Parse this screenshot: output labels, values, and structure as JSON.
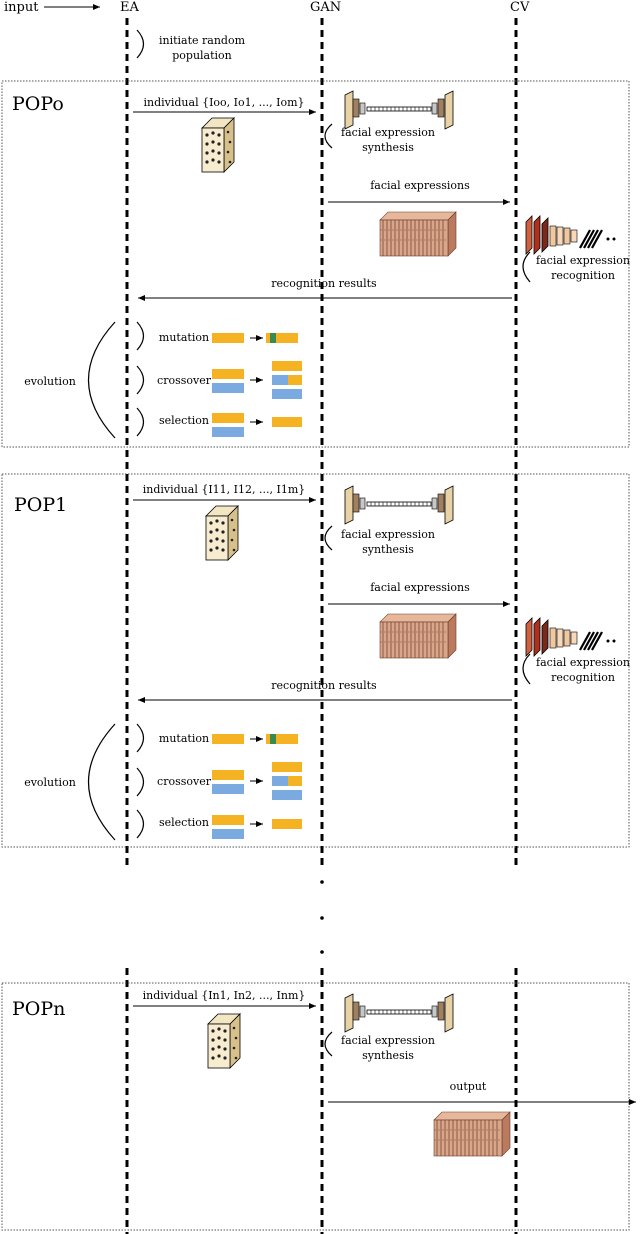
{
  "header": {
    "input": "input",
    "ea": "EA",
    "gan": "GAN",
    "cv": "CV"
  },
  "init": {
    "line1": "initiate random",
    "line2": "population"
  },
  "pop0": {
    "label": "POPo",
    "individual": "individual {Ioo, Io1, ..., Iom}",
    "synth1": "facial expression",
    "synth2": "synthesis",
    "expressions": "facial expressions",
    "recog1": "facial expression",
    "recog2": "recognition",
    "results": "recognition results",
    "evolution": "evolution",
    "mutation": "mutation",
    "crossover": "crossover",
    "selection": "selection"
  },
  "pop1": {
    "label": "POP1",
    "individual": "individual {I11, I12, ..., I1m}",
    "synth1": "facial expression",
    "synth2": "synthesis",
    "expressions": "facial expressions",
    "recog1": "facial expression",
    "recog2": "recognition",
    "results": "recognition results",
    "evolution": "evolution",
    "mutation": "mutation",
    "crossover": "crossover",
    "selection": "selection"
  },
  "popn": {
    "label": "POPn",
    "individual": "individual {In1, In2, ..., Inm}",
    "synth1": "facial expression",
    "synth2": "synthesis",
    "output": "output"
  },
  "colors": {
    "gene_a": "#f5b324",
    "gene_b": "#7aaae0",
    "mut": "#3a8a50",
    "face": "#d9a68a"
  }
}
